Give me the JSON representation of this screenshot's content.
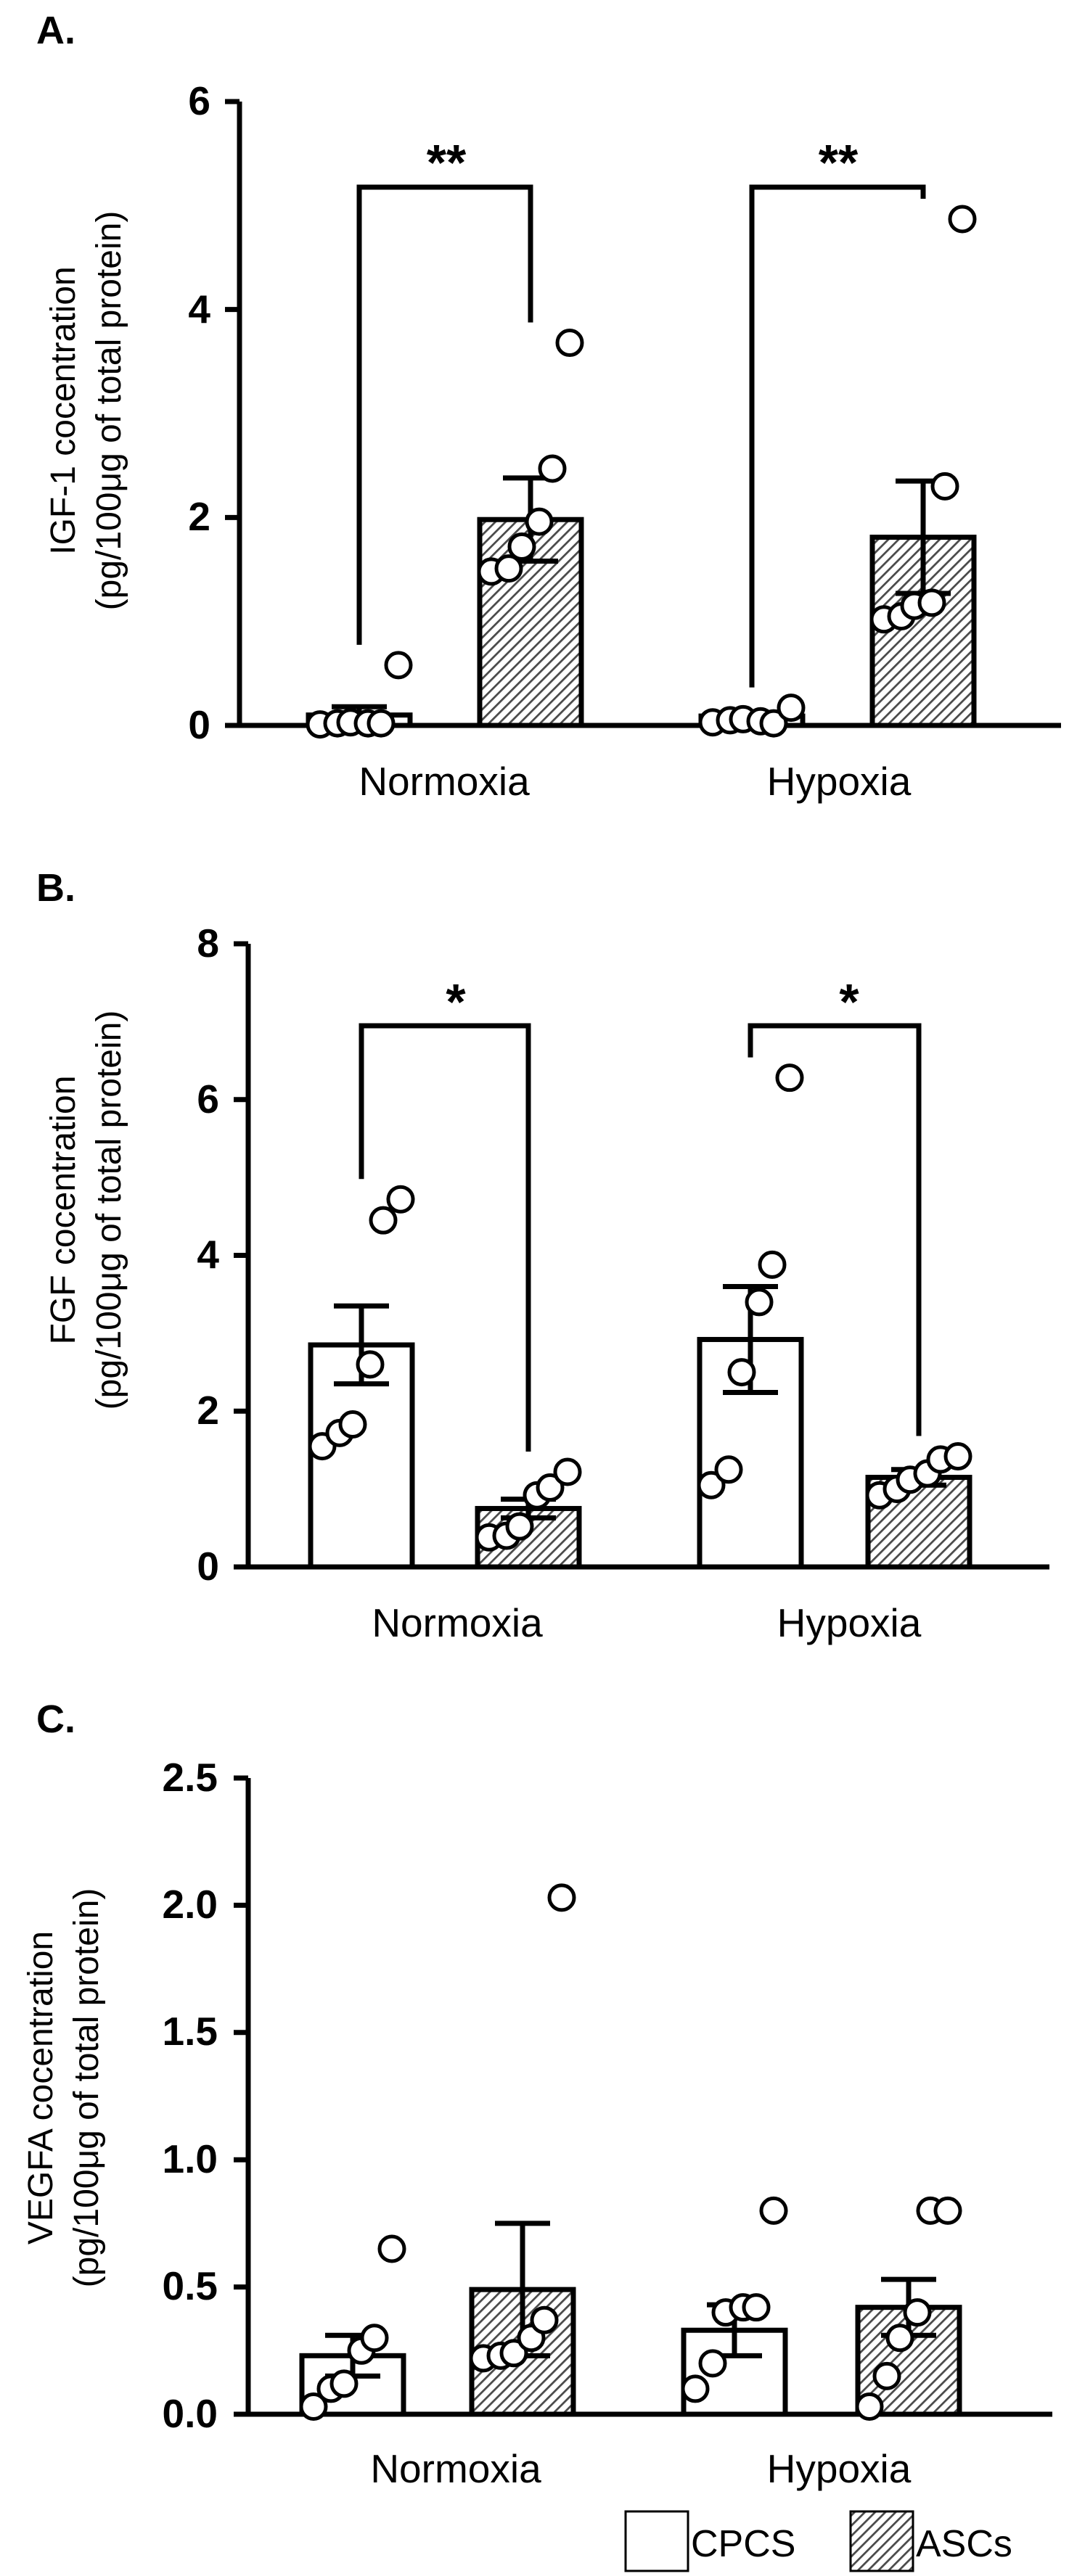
{
  "chart_data": [
    {
      "panel_label": "A.",
      "type": "bar",
      "ylabel_lines": [
        "IGF-1 cocentration",
        "(pg/100μg of total protein)"
      ],
      "ylim": [
        0,
        6
      ],
      "yticks": [
        0,
        2,
        4,
        6
      ],
      "ytick_labels": [
        "0",
        "2",
        "4",
        "6"
      ],
      "categories": [
        "Normoxia",
        "Hypoxia"
      ],
      "series": [
        {
          "name": "CPCS",
          "values": [
            0.1,
            0.09
          ],
          "sem": [
            0.08,
            0.03
          ],
          "points": [
            [
              0.01,
              0.02,
              0.03,
              0.02,
              0.02,
              0.58
            ],
            [
              0.03,
              0.05,
              0.06,
              0.04,
              0.02,
              0.17
            ]
          ]
        },
        {
          "name": "ASCs",
          "values": [
            1.98,
            1.81
          ],
          "sem": [
            0.4,
            0.54
          ],
          "points": [
            [
              1.48,
              1.51,
              1.72,
              1.96,
              2.47,
              3.68
            ],
            [
              1.02,
              1.05,
              1.15,
              1.18,
              2.3,
              4.87
            ]
          ]
        }
      ],
      "significance": [
        {
          "category": "Normoxia",
          "label": "**"
        },
        {
          "category": "Hypoxia",
          "label": "**"
        }
      ]
    },
    {
      "panel_label": "B.",
      "type": "bar",
      "ylabel_lines": [
        "FGF cocentration",
        "(pg/100μg of total protein)"
      ],
      "ylim": [
        0,
        8
      ],
      "yticks": [
        0,
        2,
        4,
        6,
        8
      ],
      "ytick_labels": [
        "0",
        "2",
        "4",
        "6",
        "8"
      ],
      "categories": [
        "Normoxia",
        "Hypoxia"
      ],
      "series": [
        {
          "name": "CPCS",
          "values": [
            2.85,
            2.92
          ],
          "sem": [
            0.5,
            0.68
          ],
          "points": [
            [
              1.55,
              1.72,
              1.83,
              2.6,
              4.45,
              4.72
            ],
            [
              1.05,
              1.25,
              2.5,
              3.4,
              3.88,
              6.28
            ]
          ]
        },
        {
          "name": "ASCs",
          "values": [
            0.75,
            1.15
          ],
          "sem": [
            0.12,
            0.1
          ],
          "points": [
            [
              0.38,
              0.4,
              0.52,
              0.92,
              1.02,
              1.22
            ],
            [
              0.92,
              1.0,
              1.12,
              1.2,
              1.38,
              1.42
            ]
          ]
        }
      ],
      "significance": [
        {
          "category": "Normoxia",
          "label": "*"
        },
        {
          "category": "Hypoxia",
          "label": "*"
        }
      ]
    },
    {
      "panel_label": "C.",
      "type": "bar",
      "ylabel_lines": [
        "VEGFA cocentration",
        "(pg/100μg of total protein)"
      ],
      "ylim": [
        0,
        2.5
      ],
      "yticks": [
        0,
        0.5,
        1.0,
        1.5,
        2.0,
        2.5
      ],
      "ytick_labels": [
        "0.0",
        "0.5",
        "1.0",
        "1.5",
        "2.0",
        "2.5"
      ],
      "categories": [
        "Normoxia",
        "Hypoxia"
      ],
      "series": [
        {
          "name": "CPCS",
          "values": [
            0.23,
            0.33
          ],
          "sem": [
            0.08,
            0.1
          ],
          "points": [
            [
              0.03,
              0.1,
              0.12,
              0.25,
              0.3,
              0.65
            ],
            [
              0.1,
              0.2,
              0.4,
              0.42,
              0.42,
              0.8
            ]
          ]
        },
        {
          "name": "ASCs",
          "values": [
            0.49,
            0.42
          ],
          "sem": [
            0.26,
            0.11
          ],
          "points": [
            [
              0.22,
              0.23,
              0.24,
              0.3,
              0.37,
              2.03
            ],
            [
              0.03,
              0.15,
              0.3,
              0.4,
              0.8,
              0.8
            ]
          ]
        }
      ],
      "significance": []
    }
  ],
  "legend": {
    "position": "bottom-right",
    "items": [
      {
        "label": "CPCS",
        "fill": "open"
      },
      {
        "label": "ASCs",
        "fill": "hatched"
      }
    ]
  },
  "colors": {
    "bar_fill_cpcs": "#ffffff",
    "bar_fill_ascs": "#5a5a5a",
    "stroke": "#000000"
  }
}
